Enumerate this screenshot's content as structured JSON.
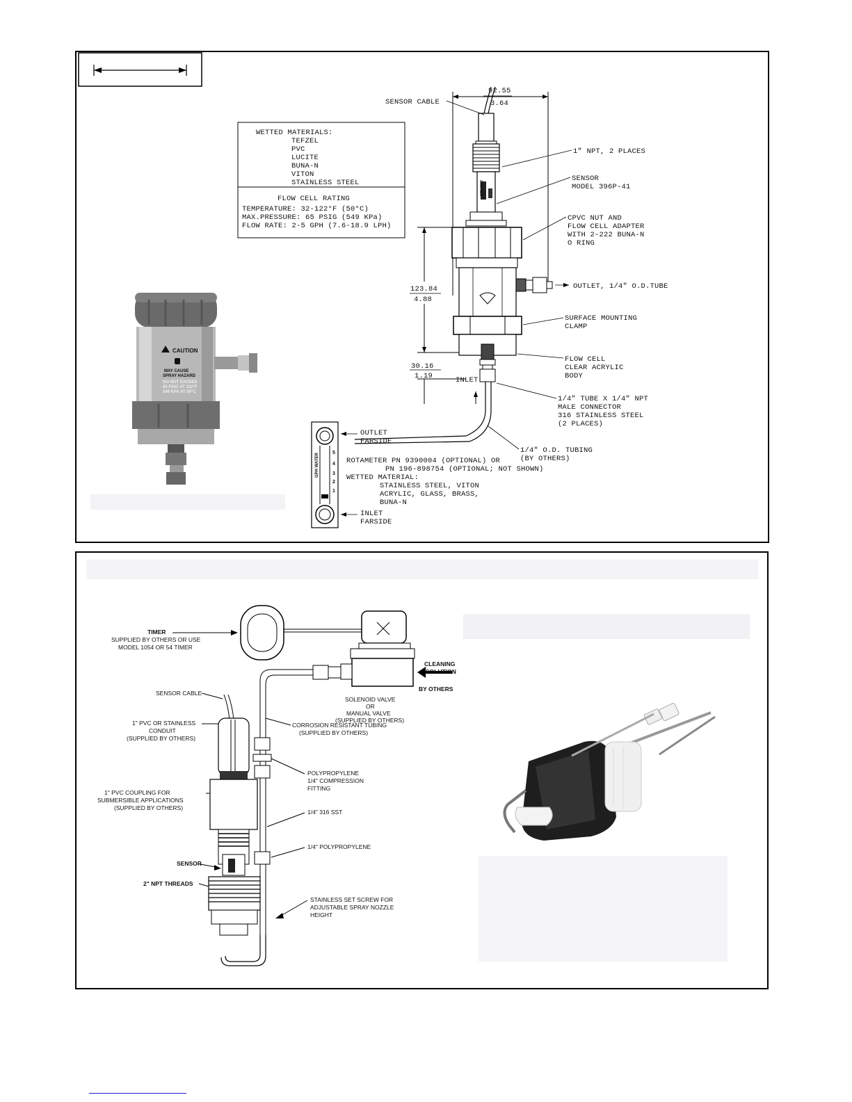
{
  "panel1": {
    "dimensions": {
      "width_mm": "92.55",
      "width_in": "3.64",
      "height_mm": "123.84",
      "height_in": "4.88",
      "inlet_mm": "30.16",
      "inlet_in": "1.19"
    },
    "wetted_materials": {
      "title": "WETTED MATERIALS:",
      "items": [
        "TEFZEL",
        "PVC",
        "LUCITE",
        "BUNA-N",
        "VITON",
        "STAINLESS STEEL"
      ]
    },
    "flow_cell_rating": {
      "title": "FLOW CELL RATING",
      "lines": [
        "TEMPERATURE: 32-122°F (50°C)",
        "MAX.PRESSURE: 65 PSIG (549 KPa)",
        "FLOW RATE: 2-5 GPH (7.6-18.9 LPH)"
      ]
    },
    "callouts": {
      "sensor_cable": "SENSOR CABLE",
      "npt": "1\" NPT, 2 PLACES",
      "sensor": [
        "SENSOR",
        "MODEL 396P-41"
      ],
      "nut": [
        "CPVC NUT AND",
        "FLOW CELL ADAPTER",
        "WITH 2-222 BUNA-N",
        "O RING"
      ],
      "outlet": "OUTLET, 1/4\" O.D.TUBE",
      "clamp": [
        "SURFACE MOUNTING",
        "CLAMP"
      ],
      "flow_cell": [
        "FLOW CELL",
        "CLEAR ACRYLIC",
        "BODY"
      ],
      "inlet": "INLET",
      "connector": [
        "1/4\" TUBE X 1/4\" NPT",
        "MALE CONNECTOR",
        "316 STAINLESS STEEL",
        "(2 PLACES)"
      ],
      "tubing": [
        "1/4\" O.D. TUBING",
        "(BY OTHERS)"
      ],
      "outlet_farside": [
        "OUTLET",
        "FARSIDE"
      ],
      "inlet_farside": [
        "INLET",
        "FARSIDE"
      ],
      "rotameter": [
        "ROTAMETER PN 9390004 (OPTIONAL) OR",
        "PN 196-898754 (OPTIONAL; NOT SHOWN)",
        "WETTED MATERIAL:",
        "STAINLESS STEEL, VITON",
        "ACRYLIC, GLASS, BRASS,",
        "BUNA-N"
      ],
      "rotameter_scale": [
        "5",
        "4",
        "3",
        "2",
        "1"
      ],
      "rotameter_axis": "GPH WATER"
    },
    "photo_label": {
      "caution": "CAUTION",
      "lines": [
        "MAY CAUSE",
        "SPRAY HAZARD",
        "DO NOT EXCEED",
        "65 PSIG AT 122°F",
        "549 KPA AT 50°C"
      ]
    },
    "sensor_label": "CAUTION"
  },
  "panel2": {
    "callouts": {
      "timer": [
        "TIMER",
        "SUPPLIED BY OTHERS OR USE",
        "MODEL 1054 OR 54 TIMER"
      ],
      "cleaning": [
        "CLEANING",
        "SOLUTION"
      ],
      "by_others": "BY OTHERS",
      "valve": [
        "SOLENOID VALVE",
        "OR",
        "MANUAL VALVE",
        "(SUPPLIED BY OTHERS)"
      ],
      "sensor_cable": "SENSOR CABLE",
      "conduit": [
        "1\" PVC OR STAINLESS",
        "CONDUIT",
        "(SUPPLIED BY OTHERS)"
      ],
      "tubing": [
        "CORROSION RESISTANT TUBING",
        "(SUPPLIED BY OTHERS)"
      ],
      "fitting": [
        "POLYPROPYLENE",
        "1/4\" COMPRESSION",
        "FITTING"
      ],
      "coupling": [
        "1\" PVC COUPLING FOR",
        "SUBMERSIBLE APPLICATIONS",
        "(SUPPLIED BY OTHERS)"
      ],
      "sst": "1/4\" 316 SST",
      "sensor": "SENSOR",
      "polyprop": "1/4\" POLYPROPYLENE",
      "threads": "2\" NPT THREADS",
      "set_screw": [
        "STAINLESS SET SCREW FOR",
        "ADJUSTABLE SPRAY NOZZLE",
        "HEIGHT"
      ]
    }
  }
}
